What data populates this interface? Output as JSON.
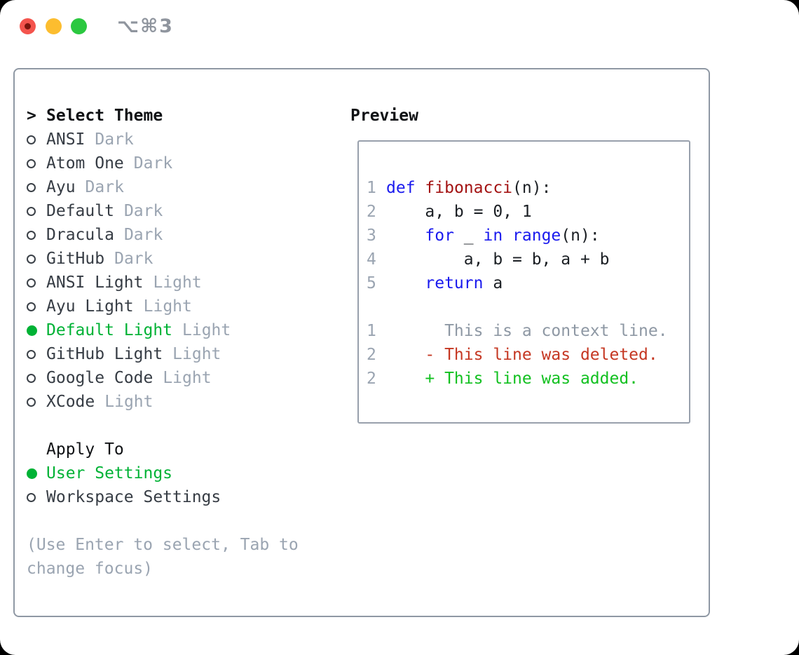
{
  "window": {
    "shortcut": "⌥⌘3"
  },
  "theme_panel": {
    "prompt": ">",
    "title": "Select Theme",
    "themes": [
      {
        "name": "ANSI",
        "tag": "Dark",
        "selected": false
      },
      {
        "name": "Atom One",
        "tag": "Dark",
        "selected": false
      },
      {
        "name": "Ayu",
        "tag": "Dark",
        "selected": false
      },
      {
        "name": "Default",
        "tag": "Dark",
        "selected": false
      },
      {
        "name": "Dracula",
        "tag": "Dark",
        "selected": false
      },
      {
        "name": "GitHub",
        "tag": "Dark",
        "selected": false
      },
      {
        "name": "ANSI Light",
        "tag": "Light",
        "selected": false
      },
      {
        "name": "Ayu Light",
        "tag": "Light",
        "selected": false
      },
      {
        "name": "Default Light",
        "tag": "Light",
        "selected": true
      },
      {
        "name": "GitHub Light",
        "tag": "Light",
        "selected": false
      },
      {
        "name": "Google Code",
        "tag": "Light",
        "selected": false
      },
      {
        "name": "XCode",
        "tag": "Light",
        "selected": false
      }
    ],
    "apply_title": "Apply To",
    "apply_options": [
      {
        "label": "User Settings",
        "selected": true
      },
      {
        "label": "Workspace Settings",
        "selected": false
      }
    ],
    "hint_line1": "(Use Enter to select, Tab to",
    "hint_line2": "change focus)"
  },
  "preview": {
    "title": "Preview",
    "code_lines": [
      {
        "num": "1",
        "tokens": [
          {
            "t": "def",
            "c": "kw"
          },
          {
            "t": " "
          },
          {
            "t": "fibonacci",
            "c": "fn"
          },
          {
            "t": "(n):"
          }
        ]
      },
      {
        "num": "2",
        "tokens": [
          {
            "t": "    a, b = 0, 1"
          }
        ]
      },
      {
        "num": "3",
        "tokens": [
          {
            "t": "    "
          },
          {
            "t": "for",
            "c": "kw"
          },
          {
            "t": " _ "
          },
          {
            "t": "in",
            "c": "kw"
          },
          {
            "t": " "
          },
          {
            "t": "range",
            "c": "kw"
          },
          {
            "t": "(n):"
          }
        ]
      },
      {
        "num": "4",
        "tokens": [
          {
            "t": "        a, b = b, a + b"
          }
        ]
      },
      {
        "num": "5",
        "tokens": [
          {
            "t": "    "
          },
          {
            "t": "return",
            "c": "kw"
          },
          {
            "t": " a"
          }
        ]
      }
    ],
    "diff_lines": [
      {
        "num": "1",
        "marker": " ",
        "text": "This is a context line.",
        "kind": "context"
      },
      {
        "num": "2",
        "marker": "-",
        "text": "This line was deleted.",
        "kind": "deleted"
      },
      {
        "num": "2",
        "marker": "+",
        "text": "This line was added.",
        "kind": "added"
      }
    ]
  },
  "colors": {
    "selection_green": "#00b235",
    "added_green": "#12c020",
    "deleted_red": "#c53722",
    "keyword_blue": "#1a1aee",
    "function_red": "#a31313",
    "muted_gray": "#9aa4b1",
    "context_gray": "#8e98a4",
    "text_dark": "#363c44",
    "text_black": "#101215",
    "code_text": "#1b1f24",
    "panel_border": "#8f98a4",
    "box_border": "#98a0ac",
    "traffic_red": "#f4544d",
    "traffic_red_dot": "#7c150d",
    "traffic_yellow": "#fcbd2f",
    "traffic_green": "#2bc840"
  }
}
